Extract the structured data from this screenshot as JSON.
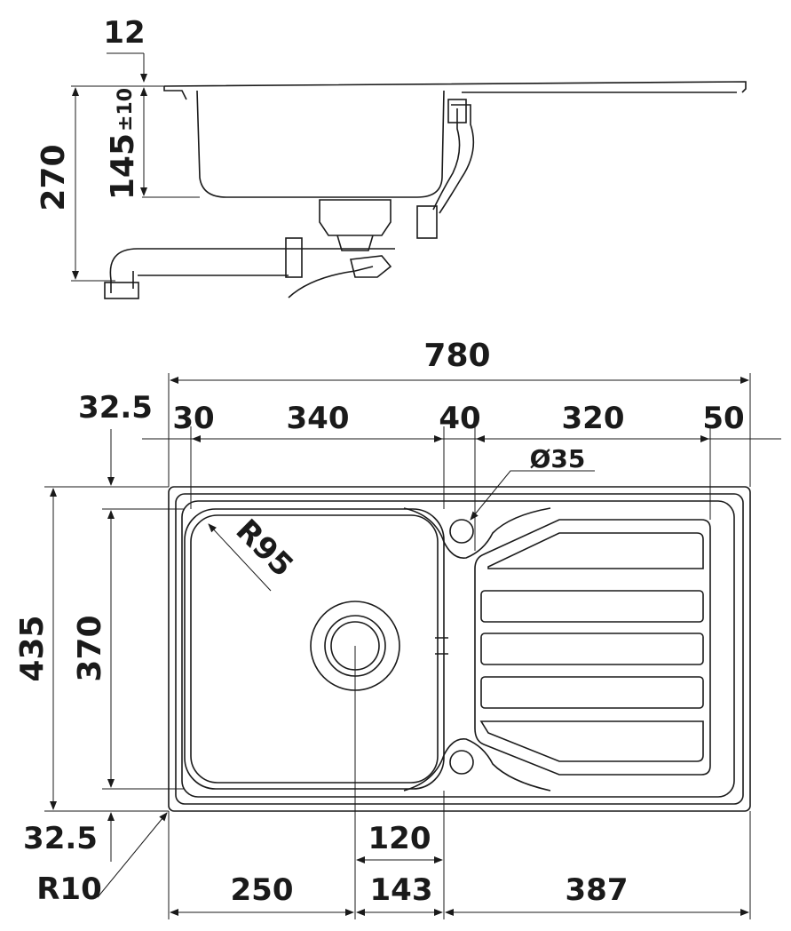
{
  "side_view": {
    "dim_rim": "12",
    "dim_height": "270",
    "dim_bowl_depth": "145",
    "dim_bowl_depth_tol": "±10"
  },
  "top_view": {
    "dim_total_width": "780",
    "dim_top_margin": "32.5",
    "dim_left_margin": "30",
    "dim_bowl_width": "340",
    "dim_center_gap": "40",
    "dim_drainer_width": "320",
    "dim_right_margin": "50",
    "dim_tap_hole": "Ø35",
    "dim_bowl_radius": "R95",
    "dim_total_depth": "435",
    "dim_bowl_depth": "370",
    "dim_bottom_margin": "32.5",
    "dim_corner_radius": "R10",
    "dim_waste_offset": "120",
    "dim_left_to_waste": "250",
    "dim_waste_to_center": "143",
    "dim_center_to_right": "387"
  }
}
